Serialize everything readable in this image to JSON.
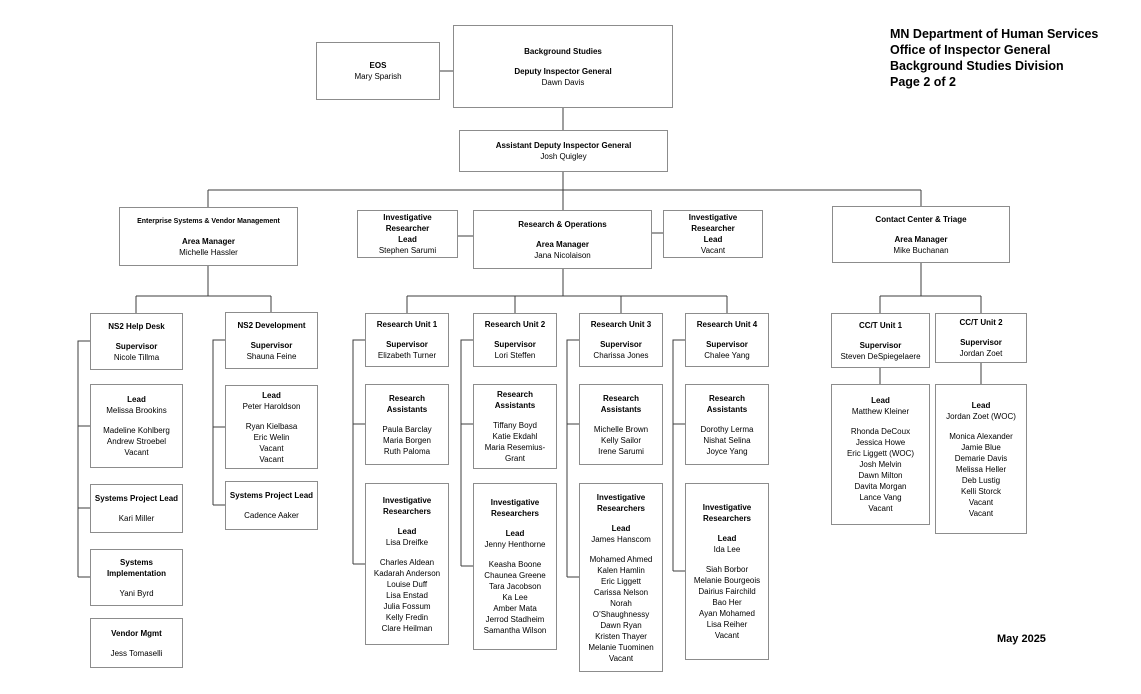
{
  "header": {
    "lines": [
      {
        "t": "MN Department of Human Services",
        "b": 1
      },
      {
        "t": "Office of Inspector General",
        "b": 1
      },
      {
        "t": "Background Studies Division",
        "b": 1
      },
      {
        "t": "Page 2 of 2",
        "b": 1
      }
    ]
  },
  "footer": {
    "date": "May 2025"
  },
  "colors": {
    "box_border": "#8c8c8c",
    "connector": "#3c3c3c",
    "text": "#000000",
    "background": "#ffffff"
  },
  "boxes": {
    "eos": {
      "lines": [
        {
          "t": "EOS",
          "b": 1
        },
        {
          "t": "Mary Sparish"
        }
      ]
    },
    "background_studies": {
      "lines": [
        {
          "t": "Background Studies",
          "b": 1
        },
        {
          "t": ""
        },
        {
          "t": "Deputy Inspector General",
          "b": 1
        },
        {
          "t": "Dawn Davis"
        }
      ]
    },
    "adig": {
      "lines": [
        {
          "t": "Assistant Deputy Inspector General",
          "b": 1
        },
        {
          "t": "Josh Quigley"
        }
      ]
    },
    "esvm": {
      "lines": [
        {
          "t": "Enterprise Systems & Vendor Management",
          "b": 1,
          "s": 1
        },
        {
          "t": ""
        },
        {
          "t": "Area Manager",
          "b": 1
        },
        {
          "t": "Michelle Hassler"
        }
      ]
    },
    "inv_lead_sarumi": {
      "lines": [
        {
          "t": "Investigative",
          "b": 1
        },
        {
          "t": "Researcher",
          "b": 1
        },
        {
          "t": "Lead",
          "b": 1
        },
        {
          "t": "Stephen Sarumi"
        }
      ]
    },
    "research_ops": {
      "lines": [
        {
          "t": "Research & Operations",
          "b": 1
        },
        {
          "t": ""
        },
        {
          "t": "Area Manager",
          "b": 1
        },
        {
          "t": "Jana Nicolaison"
        }
      ]
    },
    "inv_lead_vacant": {
      "lines": [
        {
          "t": "Investigative",
          "b": 1
        },
        {
          "t": "Researcher",
          "b": 1
        },
        {
          "t": "Lead",
          "b": 1
        },
        {
          "t": "Vacant"
        }
      ]
    },
    "contact_center": {
      "lines": [
        {
          "t": "Contact Center & Triage",
          "b": 1
        },
        {
          "t": ""
        },
        {
          "t": "Area Manager",
          "b": 1
        },
        {
          "t": "Mike Buchanan"
        }
      ]
    },
    "ns2_help_desk": {
      "lines": [
        {
          "t": "NS2 Help Desk",
          "b": 1
        },
        {
          "t": ""
        },
        {
          "t": "Supervisor",
          "b": 1
        },
        {
          "t": "Nicole Tillma"
        }
      ]
    },
    "ns2hd_lead": {
      "lines": [
        {
          "t": "Lead",
          "b": 1
        },
        {
          "t": "Melissa Brookins"
        },
        {
          "t": ""
        },
        {
          "t": "Madeline Kohlberg"
        },
        {
          "t": "Andrew Stroebel"
        },
        {
          "t": "Vacant"
        }
      ]
    },
    "ns2hd_spl": {
      "lines": [
        {
          "t": "Systems Project Lead",
          "b": 1
        },
        {
          "t": ""
        },
        {
          "t": "Kari Miller"
        }
      ]
    },
    "ns2hd_sysimpl": {
      "lines": [
        {
          "t": "Systems",
          "b": 1
        },
        {
          "t": "Implementation",
          "b": 1
        },
        {
          "t": ""
        },
        {
          "t": "Yani Byrd"
        }
      ]
    },
    "vendor_mgmt": {
      "lines": [
        {
          "t": "Vendor Mgmt",
          "b": 1
        },
        {
          "t": ""
        },
        {
          "t": "Jess Tomaselli"
        }
      ]
    },
    "ns2_dev": {
      "lines": [
        {
          "t": "NS2 Development",
          "b": 1
        },
        {
          "t": ""
        },
        {
          "t": "Supervisor",
          "b": 1
        },
        {
          "t": "Shauna Feine"
        }
      ]
    },
    "ns2dev_lead": {
      "lines": [
        {
          "t": "Lead",
          "b": 1
        },
        {
          "t": "Peter Haroldson"
        },
        {
          "t": ""
        },
        {
          "t": "Ryan Kielbasa"
        },
        {
          "t": "Eric Welin"
        },
        {
          "t": "Vacant"
        },
        {
          "t": "Vacant"
        }
      ]
    },
    "ns2dev_spl": {
      "lines": [
        {
          "t": "Systems Project Lead",
          "b": 1
        },
        {
          "t": ""
        },
        {
          "t": "Cadence Aaker"
        }
      ]
    },
    "ru1": {
      "lines": [
        {
          "t": "Research Unit 1",
          "b": 1
        },
        {
          "t": ""
        },
        {
          "t": "Supervisor",
          "b": 1
        },
        {
          "t": "Elizabeth Turner"
        }
      ]
    },
    "ru1_ra": {
      "lines": [
        {
          "t": "Research",
          "b": 1
        },
        {
          "t": "Assistants",
          "b": 1
        },
        {
          "t": ""
        },
        {
          "t": "Paula Barclay"
        },
        {
          "t": "Maria Borgen"
        },
        {
          "t": "Ruth Paloma"
        }
      ]
    },
    "ru1_ir": {
      "lines": [
        {
          "t": "Investigative",
          "b": 1
        },
        {
          "t": "Researchers",
          "b": 1
        },
        {
          "t": ""
        },
        {
          "t": "Lead",
          "b": 1
        },
        {
          "t": "Lisa Dreifke"
        },
        {
          "t": ""
        },
        {
          "t": "Charles Aldean"
        },
        {
          "t": "Kadarah Anderson"
        },
        {
          "t": "Louise Duff"
        },
        {
          "t": "Lisa Enstad"
        },
        {
          "t": "Julia Fossum"
        },
        {
          "t": "Kelly Fredin"
        },
        {
          "t": "Clare Heilman"
        }
      ]
    },
    "ru2": {
      "lines": [
        {
          "t": "Research Unit 2",
          "b": 1
        },
        {
          "t": ""
        },
        {
          "t": "Supervisor",
          "b": 1
        },
        {
          "t": "Lori Steffen"
        }
      ]
    },
    "ru2_ra": {
      "lines": [
        {
          "t": "Research",
          "b": 1
        },
        {
          "t": "Assistants",
          "b": 1
        },
        {
          "t": ""
        },
        {
          "t": "Tiffany Boyd"
        },
        {
          "t": "Katie Ekdahl"
        },
        {
          "t": "Maria Resemius-"
        },
        {
          "t": "Grant"
        }
      ]
    },
    "ru2_ir": {
      "lines": [
        {
          "t": "Investigative",
          "b": 1
        },
        {
          "t": "Researchers",
          "b": 1
        },
        {
          "t": ""
        },
        {
          "t": "Lead",
          "b": 1
        },
        {
          "t": "Jenny Henthorne"
        },
        {
          "t": ""
        },
        {
          "t": "Keasha Boone"
        },
        {
          "t": "Chaunea Greene"
        },
        {
          "t": "Tara Jacobson"
        },
        {
          "t": "Ka Lee"
        },
        {
          "t": "Amber Mata"
        },
        {
          "t": "Jerrod Stadheim"
        },
        {
          "t": "Samantha Wilson"
        }
      ]
    },
    "ru3": {
      "lines": [
        {
          "t": "Research Unit 3",
          "b": 1
        },
        {
          "t": ""
        },
        {
          "t": "Supervisor",
          "b": 1
        },
        {
          "t": "Charissa Jones"
        }
      ]
    },
    "ru3_ra": {
      "lines": [
        {
          "t": "Research",
          "b": 1
        },
        {
          "t": "Assistants",
          "b": 1
        },
        {
          "t": ""
        },
        {
          "t": "Michelle Brown"
        },
        {
          "t": "Kelly Sailor"
        },
        {
          "t": "Irene Sarumi"
        }
      ]
    },
    "ru3_ir": {
      "lines": [
        {
          "t": "Investigative",
          "b": 1
        },
        {
          "t": "Researchers",
          "b": 1
        },
        {
          "t": ""
        },
        {
          "t": "Lead",
          "b": 1
        },
        {
          "t": "James Hanscom"
        },
        {
          "t": ""
        },
        {
          "t": "Mohamed Ahmed"
        },
        {
          "t": "Kalen Hamlin"
        },
        {
          "t": "Eric Liggett"
        },
        {
          "t": "Carissa Nelson"
        },
        {
          "t": "Norah"
        },
        {
          "t": "O’Shaughnessy"
        },
        {
          "t": "Dawn Ryan"
        },
        {
          "t": "Kristen Thayer"
        },
        {
          "t": "Melanie Tuominen"
        },
        {
          "t": "Vacant"
        }
      ]
    },
    "ru4": {
      "lines": [
        {
          "t": "Research Unit 4",
          "b": 1
        },
        {
          "t": ""
        },
        {
          "t": "Supervisor",
          "b": 1
        },
        {
          "t": "Chalee Yang"
        }
      ]
    },
    "ru4_ra": {
      "lines": [
        {
          "t": "Research",
          "b": 1
        },
        {
          "t": "Assistants",
          "b": 1
        },
        {
          "t": ""
        },
        {
          "t": "Dorothy Lerma"
        },
        {
          "t": "Nishat Selina"
        },
        {
          "t": "Joyce Yang"
        }
      ]
    },
    "ru4_ir": {
      "lines": [
        {
          "t": "Investigative",
          "b": 1
        },
        {
          "t": "Researchers",
          "b": 1
        },
        {
          "t": ""
        },
        {
          "t": "Lead",
          "b": 1
        },
        {
          "t": "Ida Lee"
        },
        {
          "t": ""
        },
        {
          "t": "Siah Borbor"
        },
        {
          "t": "Melanie Bourgeois"
        },
        {
          "t": "Dairius Fairchild"
        },
        {
          "t": "Bao Her"
        },
        {
          "t": "Ayan Mohamed"
        },
        {
          "t": "Lisa Reiher"
        },
        {
          "t": "Vacant"
        }
      ]
    },
    "cct1": {
      "lines": [
        {
          "t": "CC/T Unit 1",
          "b": 1
        },
        {
          "t": ""
        },
        {
          "t": "Supervisor",
          "b": 1
        },
        {
          "t": "Steven DeSpiegelaere"
        }
      ]
    },
    "cct1_lead": {
      "lines": [
        {
          "t": "Lead",
          "b": 1
        },
        {
          "t": "Matthew Kleiner"
        },
        {
          "t": ""
        },
        {
          "t": "Rhonda DeCoux"
        },
        {
          "t": "Jessica Howe"
        },
        {
          "t": "Eric Liggett (WOC)"
        },
        {
          "t": "Josh Melvin"
        },
        {
          "t": "Dawn Milton"
        },
        {
          "t": "Davita Morgan"
        },
        {
          "t": "Lance Vang"
        },
        {
          "t": "Vacant"
        }
      ]
    },
    "cct2": {
      "lines": [
        {
          "t": "CC/T Unit 2",
          "b": 1
        },
        {
          "t": ""
        },
        {
          "t": "Supervisor",
          "b": 1
        },
        {
          "t": "Jordan Zoet"
        }
      ]
    },
    "cct2_lead": {
      "lines": [
        {
          "t": "Lead",
          "b": 1
        },
        {
          "t": "Jordan Zoet (WOC)"
        },
        {
          "t": ""
        },
        {
          "t": "Monica Alexander"
        },
        {
          "t": "Jamie Blue"
        },
        {
          "t": "Demarie Davis"
        },
        {
          "t": "Melissa Heller"
        },
        {
          "t": "Deb Lustig"
        },
        {
          "t": "Kelli Storck"
        },
        {
          "t": "Vacant"
        },
        {
          "t": "Vacant"
        }
      ]
    }
  }
}
